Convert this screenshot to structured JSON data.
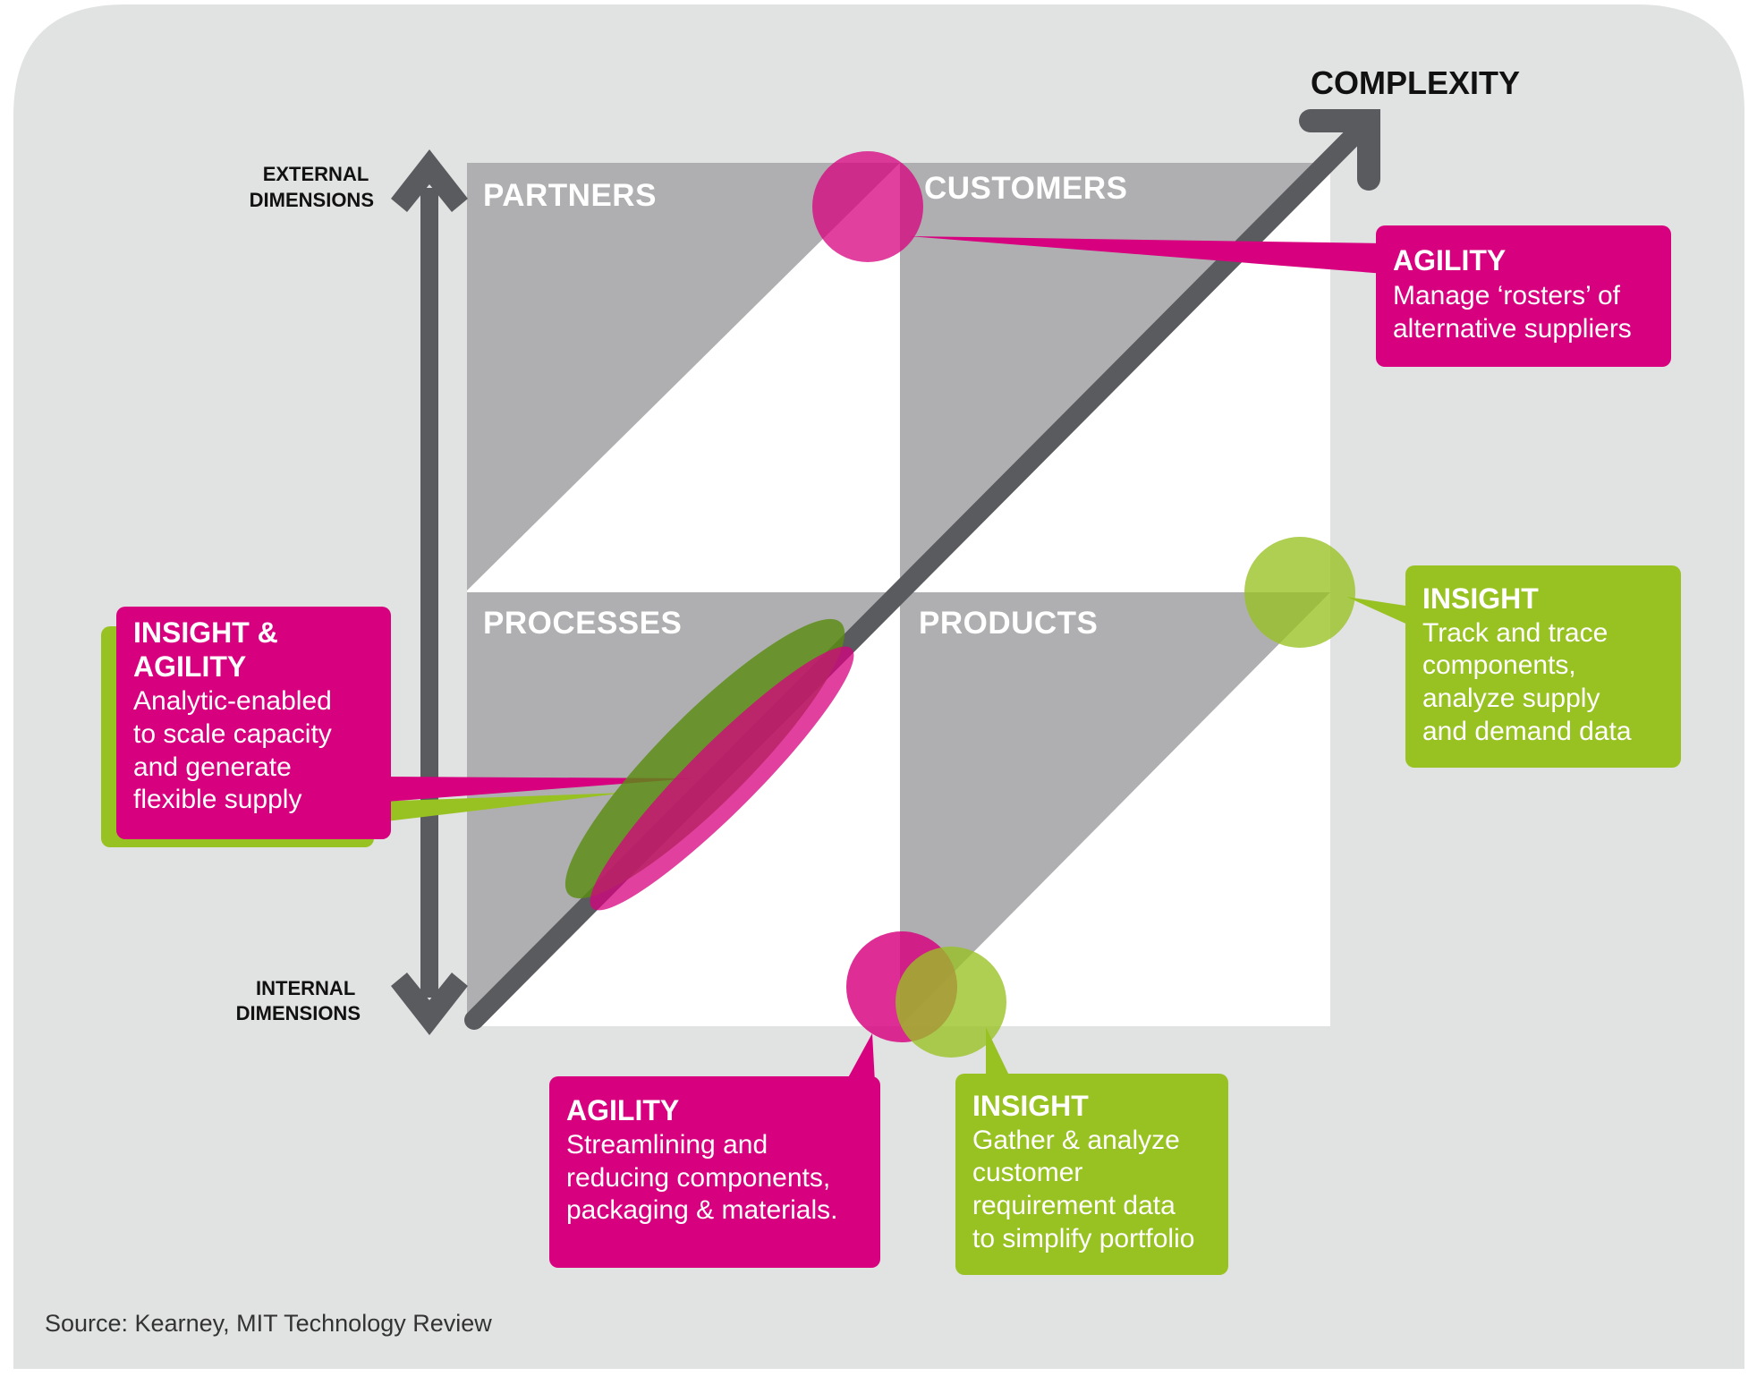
{
  "axis": {
    "complexity": "COMPLEXITY",
    "external": [
      "EXTERNAL",
      "DIMENSIONS"
    ],
    "internal": [
      "INTERNAL",
      "DIMENSIONS"
    ]
  },
  "quadrants": {
    "partners": "PARTNERS",
    "customers": "CUSTOMERS",
    "processes": "PROCESSES",
    "products": "PRODUCTS"
  },
  "callouts": {
    "agility_customers": {
      "heading": "AGILITY",
      "lines": [
        "Manage ‘rosters’ of",
        "alternative suppliers"
      ]
    },
    "insight_products": {
      "heading": "INSIGHT",
      "lines": [
        "Track and trace",
        "components,",
        "analyze supply",
        "and demand data"
      ]
    },
    "insight_agility_processes": {
      "heading": [
        "INSIGHT &",
        "AGILITY"
      ],
      "lines": [
        "Analytic-enabled",
        "to scale capacity",
        "and generate",
        "flexible supply"
      ]
    },
    "agility_bottom": {
      "heading": "AGILITY",
      "lines": [
        "Streamlining and",
        "reducing components,",
        "packaging & materials."
      ]
    },
    "insight_bottom": {
      "heading": "INSIGHT",
      "lines": [
        "Gather & analyze",
        "customer",
        "requirement data",
        "to simplify portfolio"
      ]
    }
  },
  "source": "Source: Kearney, MIT Technology Review",
  "colors": {
    "background": "#e1e2e2",
    "quadrant_gray": "#afafb1",
    "arrow": "#5a5b5e",
    "magenta": "#d7007f",
    "green": "#98c222"
  }
}
